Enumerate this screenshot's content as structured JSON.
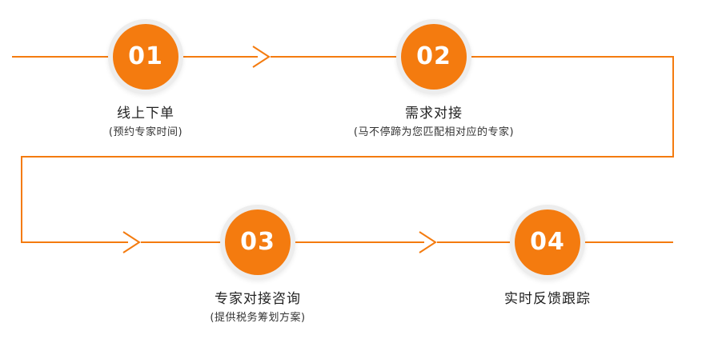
{
  "accent_color": "#f47b0f",
  "line_color": "#f47b0f",
  "steps": [
    {
      "number": "01",
      "title": "线上下单",
      "subtitle": "(预约专家时间)"
    },
    {
      "number": "02",
      "title": "需求对接",
      "subtitle": "(马不停蹄为您匹配相对应的专家)"
    },
    {
      "number": "03",
      "title": "专家对接咨询",
      "subtitle": "(提供税务筹划方案)"
    },
    {
      "number": "04",
      "title": "实时反馈跟踪",
      "subtitle": ""
    }
  ]
}
